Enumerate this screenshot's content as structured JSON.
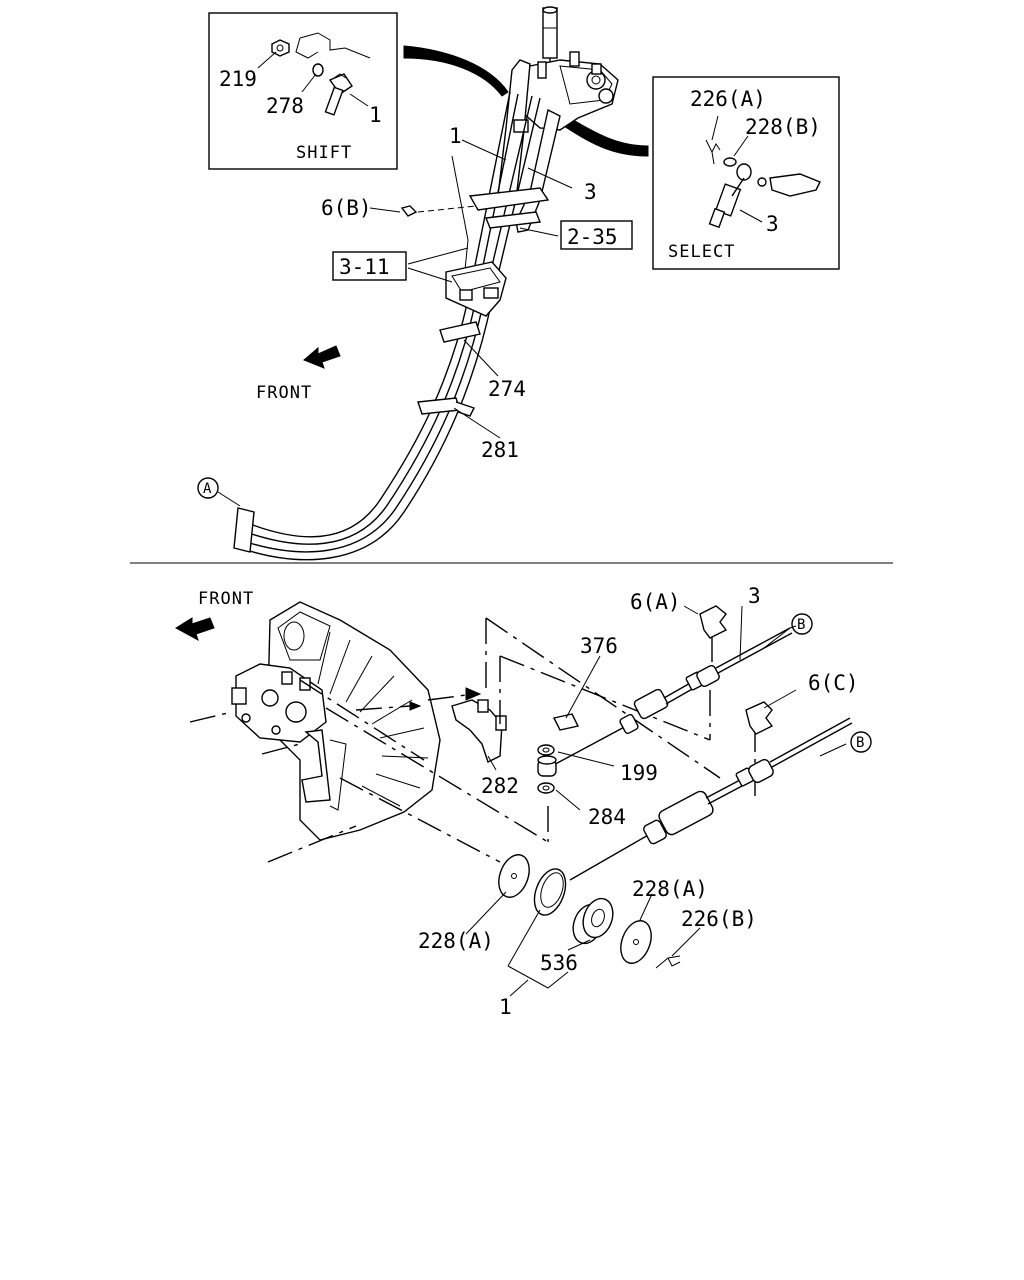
{
  "labels": {
    "l219": "219",
    "l278": "278",
    "l1_shift": "1",
    "shift": "SHIFT",
    "l1_top": "1",
    "l3_top": "3",
    "l6b": "6(B)",
    "l2_35": "2-35",
    "l3_11": "3-11",
    "front_top": "FRONT",
    "l274": "274",
    "l281": "281",
    "circle_a": "A",
    "l226a": "226(A)",
    "l228b": "228(B)",
    "l3_select": "3",
    "select": "SELECT",
    "front_bottom": "FRONT",
    "l6a": "6(A)",
    "l3_bottom": "3",
    "circle_b1": "B",
    "l376": "376",
    "l6c": "6(C)",
    "circle_b2": "B",
    "l199": "199",
    "l282": "282",
    "l284": "284",
    "l228a_right": "228(A)",
    "l226b": "226(B)",
    "l228a_left": "228(A)",
    "l536": "536",
    "l1_bottom": "1"
  },
  "colors": {
    "ink": "#000000",
    "paper": "#ffffff"
  },
  "icons": {
    "front_arrow_top": "arrow-icon",
    "front_arrow_bottom": "arrow-icon"
  }
}
